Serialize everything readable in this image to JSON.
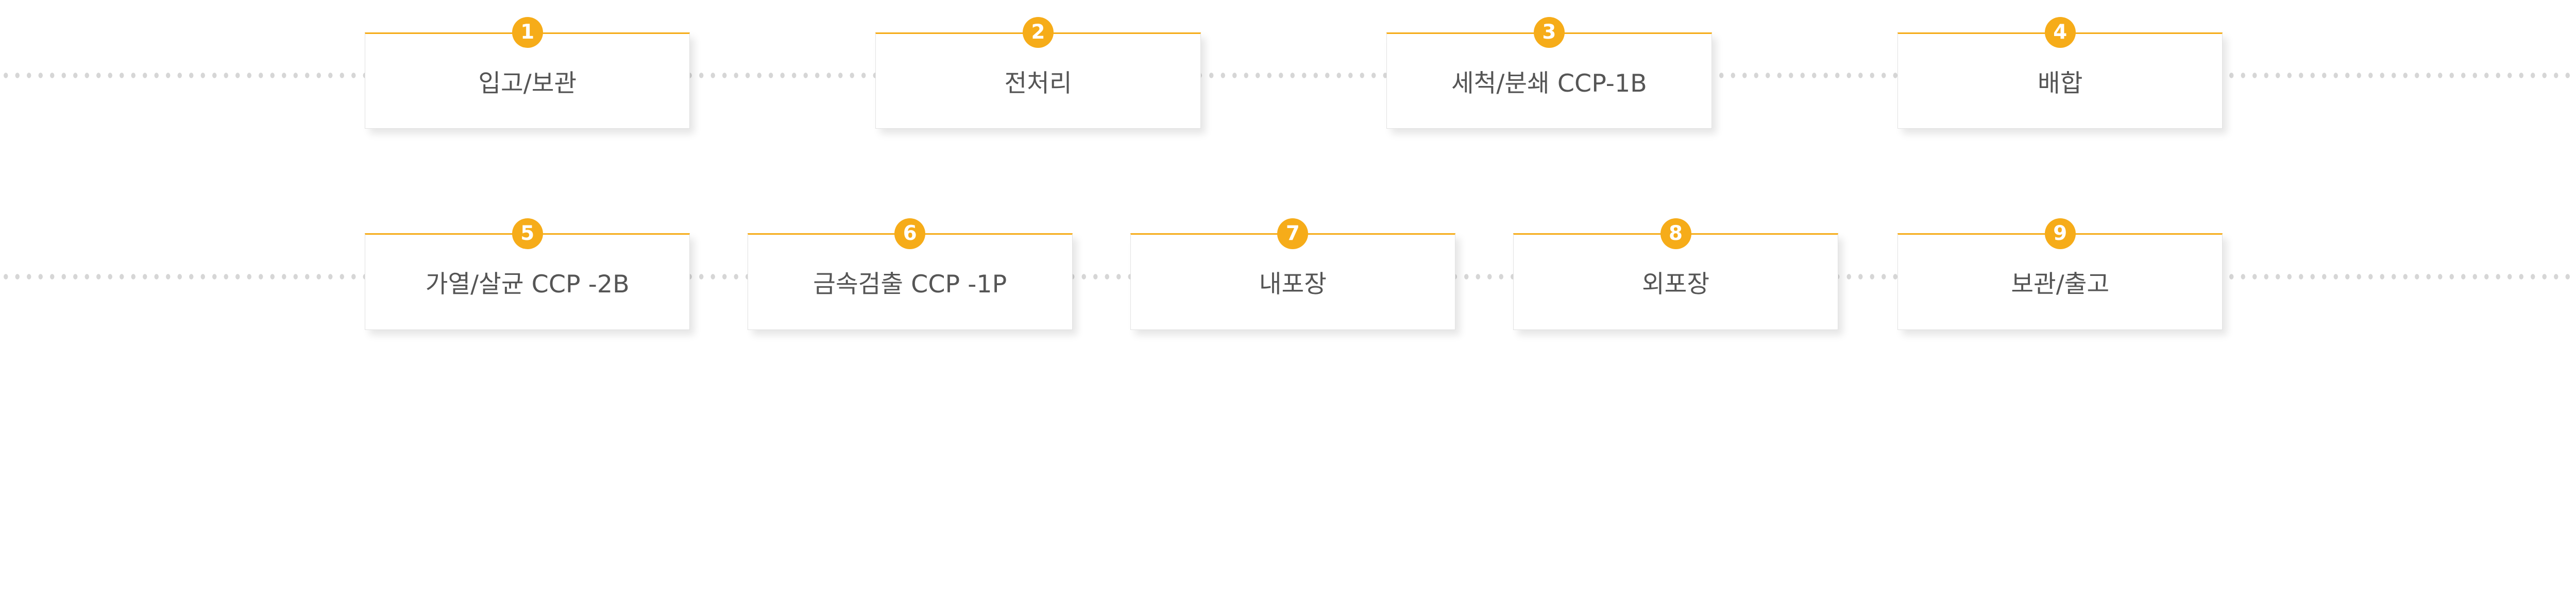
{
  "accent_color": "#f6ac19",
  "steps": [
    {
      "number": "1",
      "label": "입고/보관"
    },
    {
      "number": "2",
      "label": "전처리"
    },
    {
      "number": "3",
      "label": "세척/분쇄 CCP-1B"
    },
    {
      "number": "4",
      "label": "배합"
    },
    {
      "number": "5",
      "label": "가열/살균 CCP -2B"
    },
    {
      "number": "6",
      "label": "금속검출 CCP -1P"
    },
    {
      "number": "7",
      "label": "내포장"
    },
    {
      "number": "8",
      "label": "외포장"
    },
    {
      "number": "9",
      "label": "보관/출고"
    }
  ]
}
